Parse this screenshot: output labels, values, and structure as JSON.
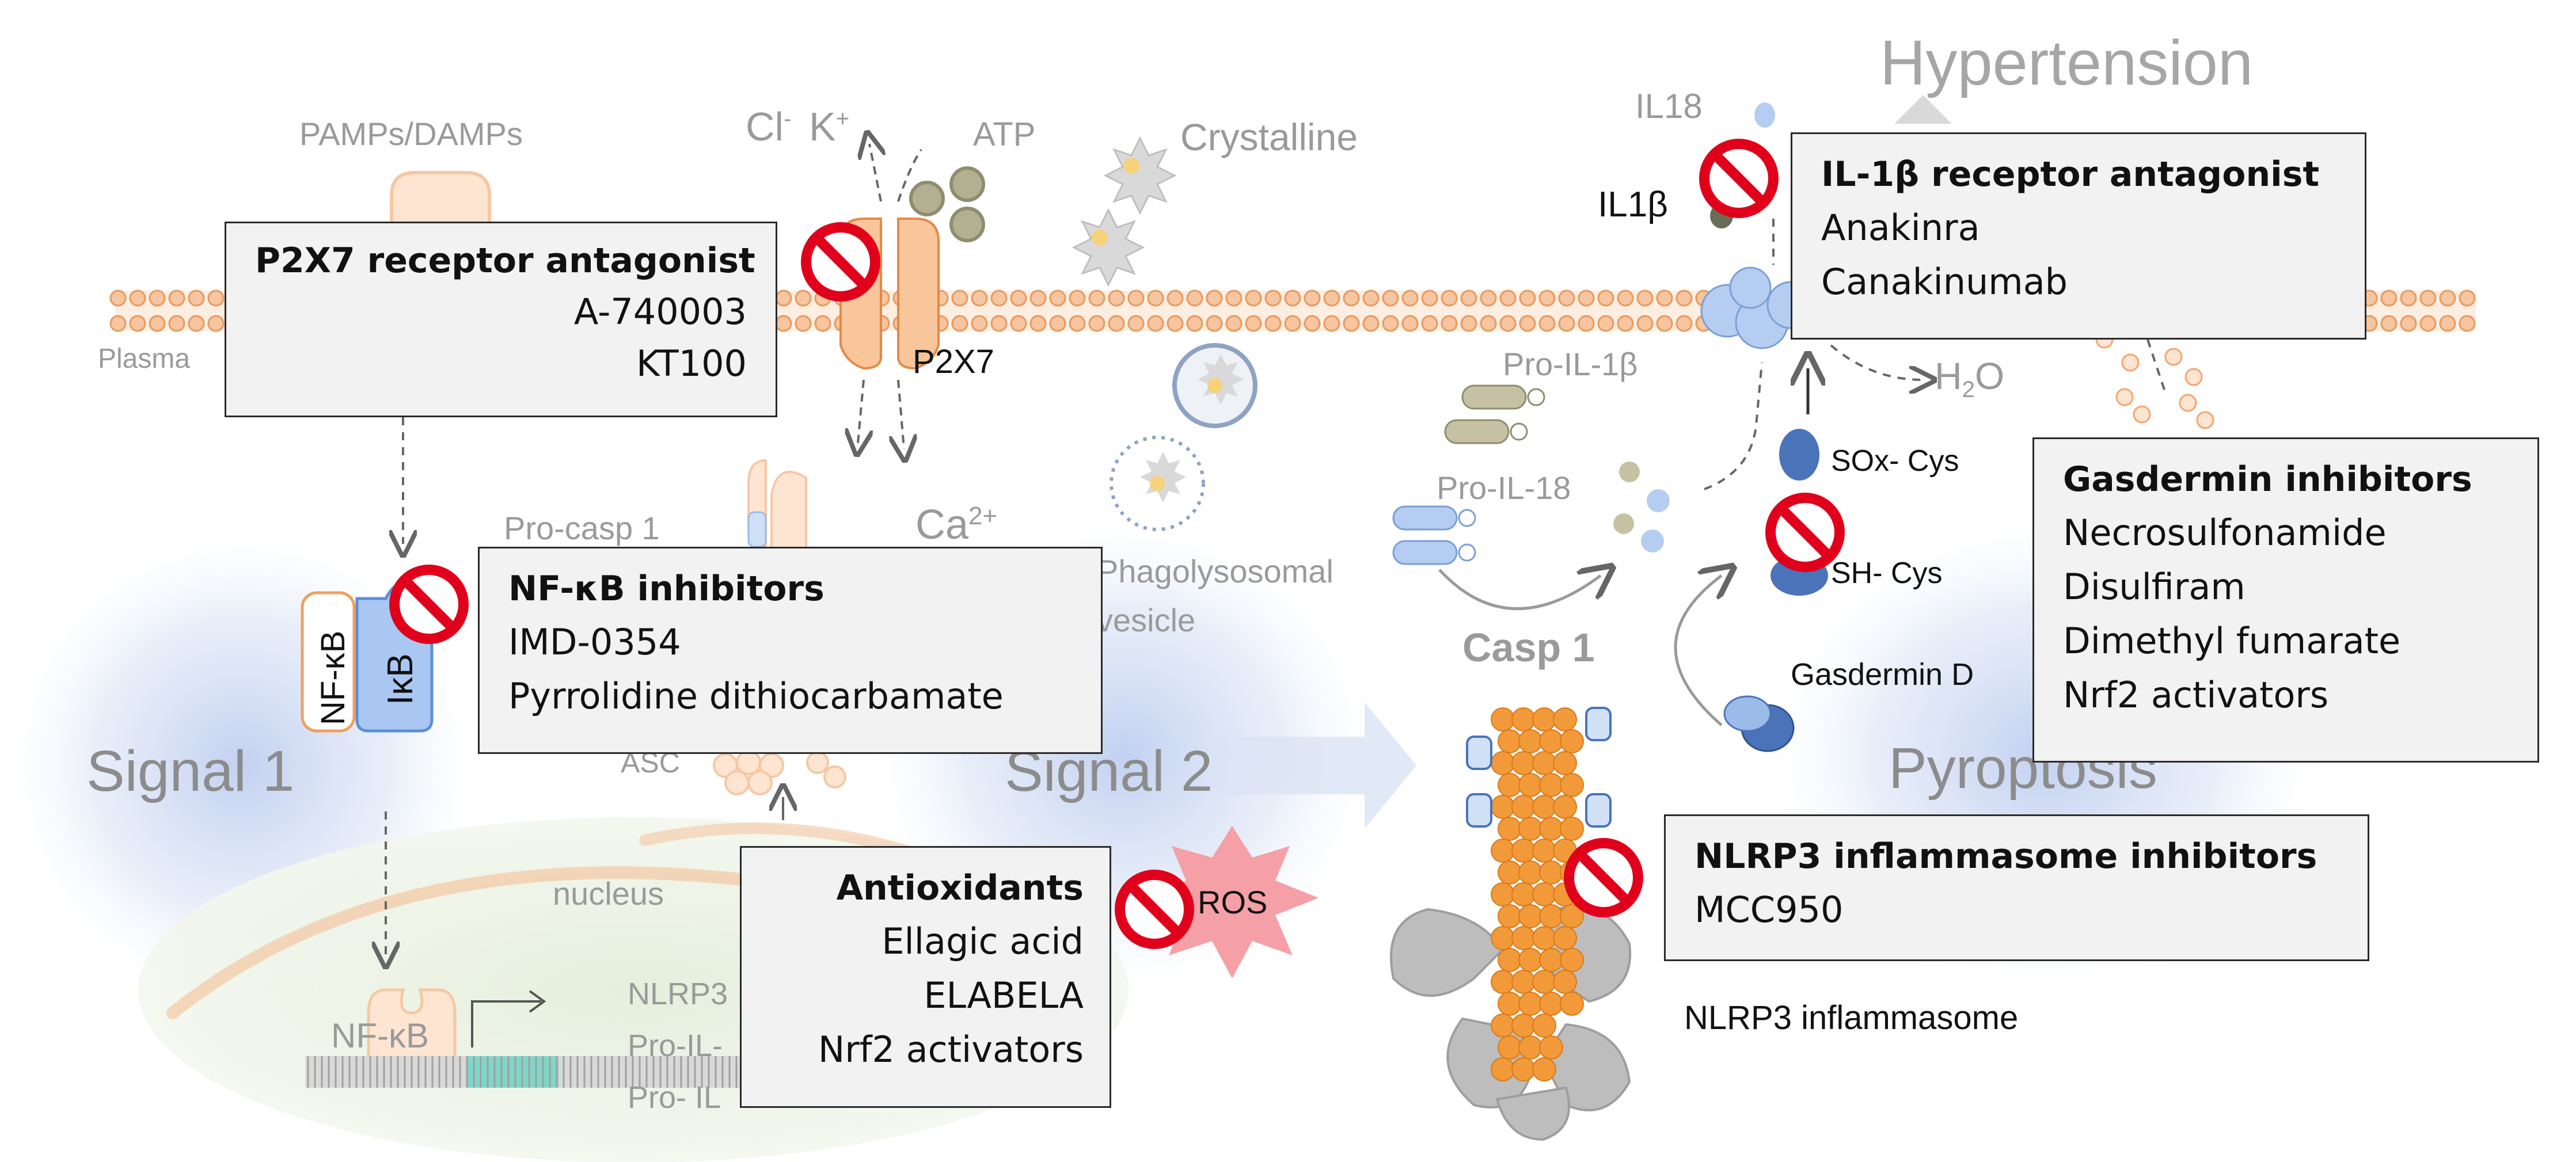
{
  "colors": {
    "membrane": "#f7c59f",
    "membrane_edge": "#e89a5e",
    "signal_blob": "#c9d6ef",
    "nucleus": "#e3edd9",
    "no_sign": "#e0001b",
    "box_fill": "#f2f2f2",
    "ros_star": "#f4a0a6",
    "inflammasome": "#f29a3a",
    "grey_protein": "#bdbdbd",
    "caspase_blue": "#9bbbe8"
  },
  "labels": {
    "pamps": "PAMPs/DAMPs",
    "cl": "Cl",
    "cl_sup": "-",
    "k": "K",
    "k_sup": "+",
    "atp": "ATP",
    "crystalline": "Crystalline",
    "hypertension": "Hypertension",
    "il18_top": "IL18",
    "il1b_top": "IL1β",
    "plasma": "Plasma",
    "p2x7": "P2X7",
    "pro_il1b": "Pro-IL-1β",
    "h2o_h": "H",
    "h2o_sub": "2",
    "h2o_o": "O",
    "pro_il18": "Pro-IL-18",
    "sox_cys": "SOx- Cys",
    "sh_cys": "SH- Cys",
    "pro_casp1": "Pro-casp 1",
    "ca": "Ca",
    "ca_sup": "2+",
    "phagolysosomal": "Phagolysosomal",
    "vesicle": "vesicle",
    "casp1": "Casp 1",
    "gasdermin_d": "Gasdermin D",
    "nfkb": "NF-κB",
    "ikb": "IκB",
    "signal1": "Signal 1",
    "signal2": "Signal 2",
    "pyroptosis": "Pyroptosis",
    "asc": "ASC",
    "nucleus": "nucleus",
    "ros": "ROS",
    "nfkb_nucleus": "NF-κB",
    "nlrp3_gene": "NLRP3",
    "pro_il_gene": "Pro-IL-",
    "pro_il_gene2": "Pro- IL",
    "nlrp3_inflammasome": "NLRP3 inflammasome"
  },
  "boxes": {
    "p2x7": {
      "title": "P2X7 receptor antagonist",
      "items": [
        "A-740003",
        "KT100"
      ]
    },
    "nfkb": {
      "title": "NF-κB inhibitors",
      "items": [
        "IMD-0354",
        "Pyrrolidine dithiocarbamate"
      ]
    },
    "antioxidants": {
      "title": "Antioxidants",
      "items": [
        "Ellagic acid",
        "ELABELA",
        "Nrf2 activators"
      ]
    },
    "il1b": {
      "title": "IL-1β receptor antagonist",
      "items": [
        "Anakinra",
        "Canakinumab"
      ]
    },
    "gasdermin": {
      "title": "Gasdermin inhibitors",
      "items": [
        "Necrosulfonamide",
        "Disulfiram",
        "Dimethyl fumarate",
        "Nrf2 activators"
      ]
    },
    "nlrp3": {
      "title": "NLRP3 inflammasome inhibitors",
      "items": [
        "MCC950"
      ]
    }
  }
}
